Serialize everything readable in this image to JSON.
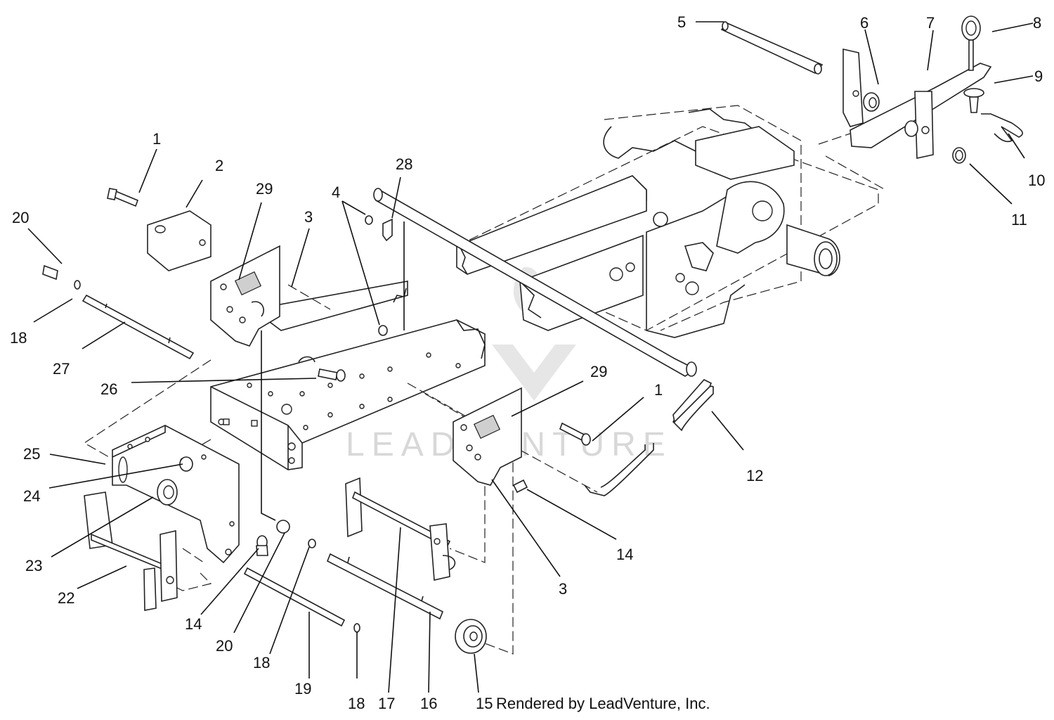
{
  "diagram": {
    "credit": "Rendered by LeadVenture, Inc.",
    "watermark": "LEADVENTURE",
    "callouts": [
      {
        "id": "c5a",
        "label": "5"
      },
      {
        "id": "c6",
        "label": "6"
      },
      {
        "id": "c7",
        "label": "7"
      },
      {
        "id": "c8",
        "label": "8"
      },
      {
        "id": "c9",
        "label": "9"
      },
      {
        "id": "c10",
        "label": "10"
      },
      {
        "id": "c11",
        "label": "11"
      },
      {
        "id": "c1a",
        "label": "1"
      },
      {
        "id": "c2",
        "label": "2"
      },
      {
        "id": "c29a",
        "label": "29"
      },
      {
        "id": "c3a",
        "label": "3"
      },
      {
        "id": "c4",
        "label": "4"
      },
      {
        "id": "c28",
        "label": "28"
      },
      {
        "id": "c20a",
        "label": "20"
      },
      {
        "id": "c18a",
        "label": "18"
      },
      {
        "id": "c27",
        "label": "27"
      },
      {
        "id": "c26",
        "label": "26"
      },
      {
        "id": "c29b",
        "label": "29"
      },
      {
        "id": "c1b",
        "label": "1"
      },
      {
        "id": "c12",
        "label": "12"
      },
      {
        "id": "c25",
        "label": "25"
      },
      {
        "id": "c24",
        "label": "24"
      },
      {
        "id": "c23",
        "label": "23"
      },
      {
        "id": "c22",
        "label": "22"
      },
      {
        "id": "c14a",
        "label": "14"
      },
      {
        "id": "c20b",
        "label": "20"
      },
      {
        "id": "c18b",
        "label": "18"
      },
      {
        "id": "c19",
        "label": "19"
      },
      {
        "id": "c18c",
        "label": "18"
      },
      {
        "id": "c17",
        "label": "17"
      },
      {
        "id": "c16",
        "label": "16"
      },
      {
        "id": "c15",
        "label": "15"
      },
      {
        "id": "c3b",
        "label": "3"
      },
      {
        "id": "c14b",
        "label": "14"
      }
    ]
  }
}
